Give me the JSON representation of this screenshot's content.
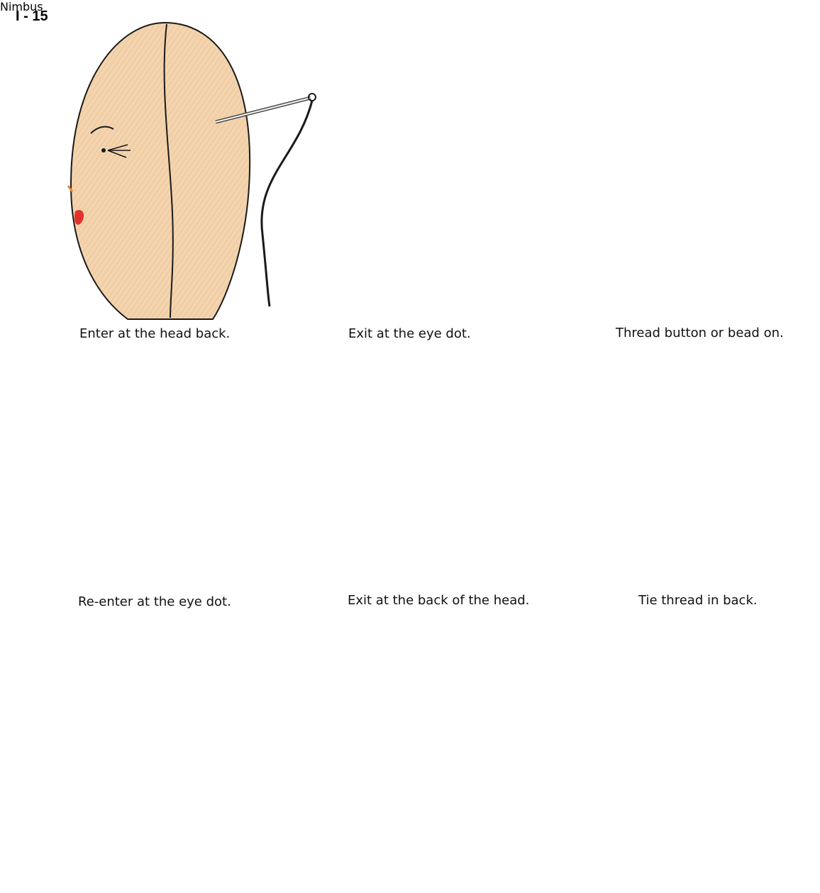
{
  "page_label": "I - 15",
  "steps": [
    {
      "caption": "Enter at the head back."
    },
    {
      "caption": "Exit at the eye dot."
    },
    {
      "caption": "Thread button or bead on."
    },
    {
      "caption": "Re-enter at the eye dot."
    },
    {
      "caption": "Exit at the back of the head."
    },
    {
      "caption": "Tie thread in back."
    }
  ],
  "brush_brand": "Nimbus",
  "colors": {
    "skin": "#f2d2ac",
    "skin_shade": "#e7b787",
    "outline": "#1a1a1a",
    "lips": "#e2322e",
    "blush": "#f1a8ab",
    "nose_mark": "#e8832e"
  }
}
